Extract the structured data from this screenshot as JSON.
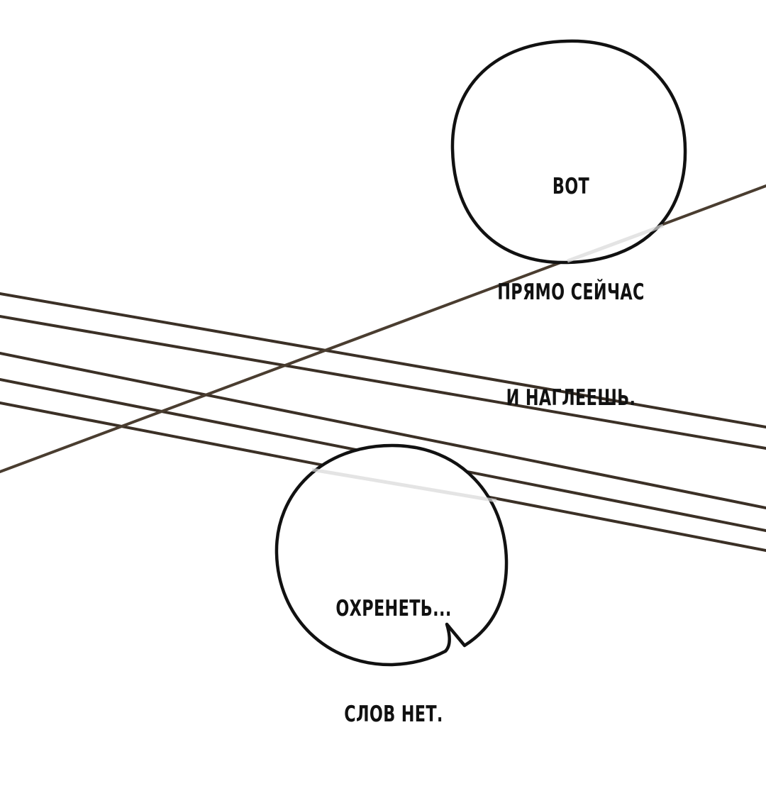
{
  "bubbles": {
    "top": {
      "lines": [
        "ВОТ",
        "ПРЯМО СЕЙЧАС",
        "И НАГЛЕЕШЬ."
      ]
    },
    "bottom": {
      "lines": [
        "ОХРЕНЕТЬ...",
        "СЛОВ НЕТ."
      ]
    }
  },
  "colors": {
    "wire": "#3b3026",
    "wire_highlight": "#6b5a46",
    "bubble_stroke": "#111111",
    "background": "#ffffff"
  }
}
